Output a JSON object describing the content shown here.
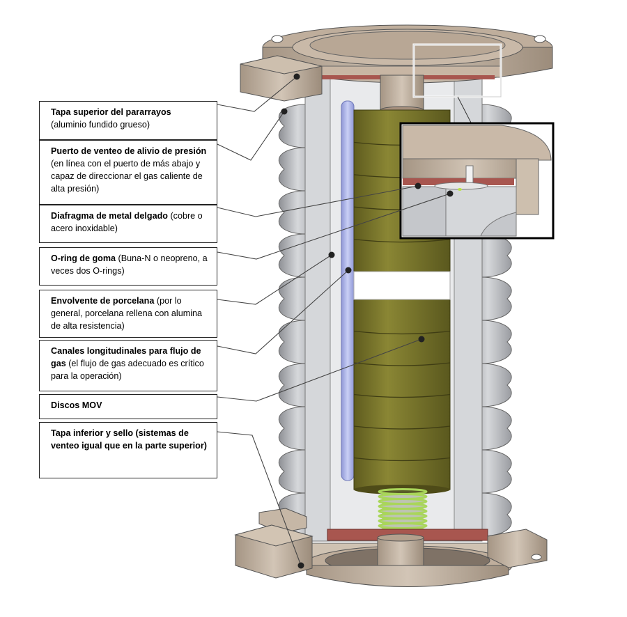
{
  "labels": [
    {
      "bold": "Tapa superior del pararrayos",
      "normal": "(aluminio fundido grueso)"
    },
    {
      "bold": "Puerto de venteo de alivio de presión",
      "normal": "(en línea con el puerto de más abajo y capaz de direccionar el gas caliente de alta presión)"
    },
    {
      "bold": "Diafragma de metal delgado",
      "normal": " (cobre o acero inoxidable)"
    },
    {
      "bold": "O-ring de goma",
      "normal": " (Buna-N o neopreno, a veces dos O-rings)"
    },
    {
      "bold": "Envolvente de porcelana",
      "normal": " (por lo general, porcelana rellena con alumina de alta resistencia)"
    },
    {
      "bold": "Canales longitudinales para flujo de gas",
      "normal": " (el flujo de gas adecuado es crítico para la operación)"
    },
    {
      "bold": "Discos MOV",
      "normal": ""
    },
    {
      "bold": "Tapa inferior y sello (sistemas de venteo igual que en la parte superior)",
      "normal": ""
    }
  ],
  "colors": {
    "porcelain": "#b9bbbf",
    "cap_metal": "#c3b4a3",
    "mov_disc": "#7d7a2e",
    "gas_channel": "#aab1e6",
    "spring": "#a9d65a",
    "rubber_red": "#a8564f"
  }
}
